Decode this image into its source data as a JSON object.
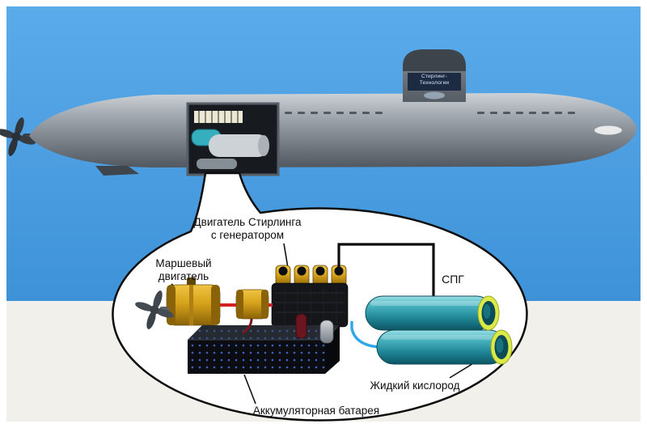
{
  "colors": {
    "sky_blue": "#4a9de2",
    "lower_panel": "#f2f0ea",
    "hull_gray": "#8d949b",
    "balloon_white": "#ffffff",
    "tank_teal": "#2f9fae",
    "tank_rim_yellow": "#dcea48",
    "motor_gold": "#d7a31b",
    "battery_black": "#0b0d12",
    "battery_dots_blue": "#4a78e8",
    "cable_red": "#d42222",
    "pipe_blue": "#2fa8e8"
  },
  "submarine": {
    "sail_badge": {
      "line1": "Стирлинг-",
      "line2": "Технологии"
    }
  },
  "callout": {
    "labels": {
      "stirling_line1": "Двигатель Стирлинга",
      "stirling_line2": "с генератором",
      "main_engine_line1": "Маршевый",
      "main_engine_line2": "двигатель",
      "lng": "СПГ",
      "liquid_oxygen": "Жидкий кислород",
      "battery": "Аккумуляторная батарея"
    }
  }
}
